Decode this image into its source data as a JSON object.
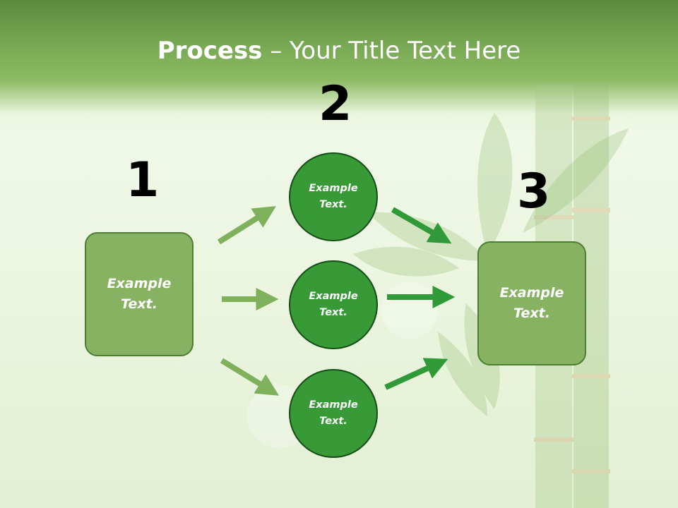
{
  "title": {
    "bold": "Process",
    "rest": " – Your Title Text Here"
  },
  "steps": [
    {
      "number": "1",
      "text": "Example\nText."
    },
    {
      "number": "2"
    },
    {
      "number": "3",
      "text": "Example\nText."
    }
  ],
  "circles": [
    {
      "text": "Example\nText."
    },
    {
      "text": "Example\nText."
    },
    {
      "text": "Example\nText."
    }
  ],
  "colors": {
    "box_fill": "#86b262",
    "box_border": "#4e7d34",
    "circle_fill": "#379a37",
    "circle_border": "#164d16",
    "arrow_light": "#7fb05c",
    "arrow_dark": "#2f9a37"
  }
}
